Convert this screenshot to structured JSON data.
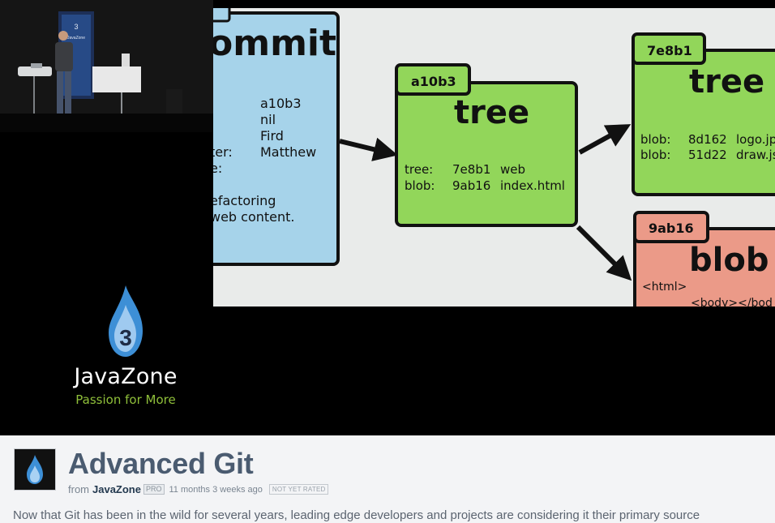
{
  "video": {
    "conference_name": "JavaZone",
    "conference_tagline": "Passion for More",
    "conference_edition": "3",
    "slide": {
      "commit_box": {
        "title_fragment": "ommit",
        "values": [
          "a10b3",
          "nil",
          "Fird",
          "Matthew"
        ],
        "label_fragments": [
          "ter:",
          "e:"
        ],
        "message_lines": [
          "efactoring",
          "web content."
        ]
      },
      "tree_main": {
        "hash": "a10b3",
        "type": "tree",
        "rows": [
          {
            "kind": "tree:",
            "hash": "7e8b1",
            "name": "web"
          },
          {
            "kind": "blob:",
            "hash": "9ab16",
            "name": "index.html"
          }
        ]
      },
      "tree_right": {
        "hash": "7e8b1",
        "type": "tree",
        "rows": [
          {
            "kind": "blob:",
            "hash": "8d162",
            "name": "logo.jp"
          },
          {
            "kind": "blob:",
            "hash": "51d22",
            "name": "draw.js"
          }
        ]
      },
      "blob": {
        "hash": "9ab16",
        "type": "blob",
        "lines": [
          "<html>",
          "<body></bod"
        ]
      }
    }
  },
  "meta": {
    "title": "Advanced Git",
    "from_label": "from",
    "author": "JavaZone",
    "pro_badge": "PRO",
    "time_ago": "11 months 3 weeks ago",
    "rating_badge": "NOT YET RATED",
    "description": "Now that Git has been in the wild for several years, leading edge developers and projects are considering it their primary source"
  },
  "colors": {
    "commit_fill": "#a6d3ea",
    "tree_fill": "#92d65a",
    "blob_fill": "#eb9a88",
    "title_color": "#4a5b70",
    "author_color": "#23394f",
    "brand_blue": "#3d8fd6",
    "tagline_green": "#8fbf3a"
  }
}
